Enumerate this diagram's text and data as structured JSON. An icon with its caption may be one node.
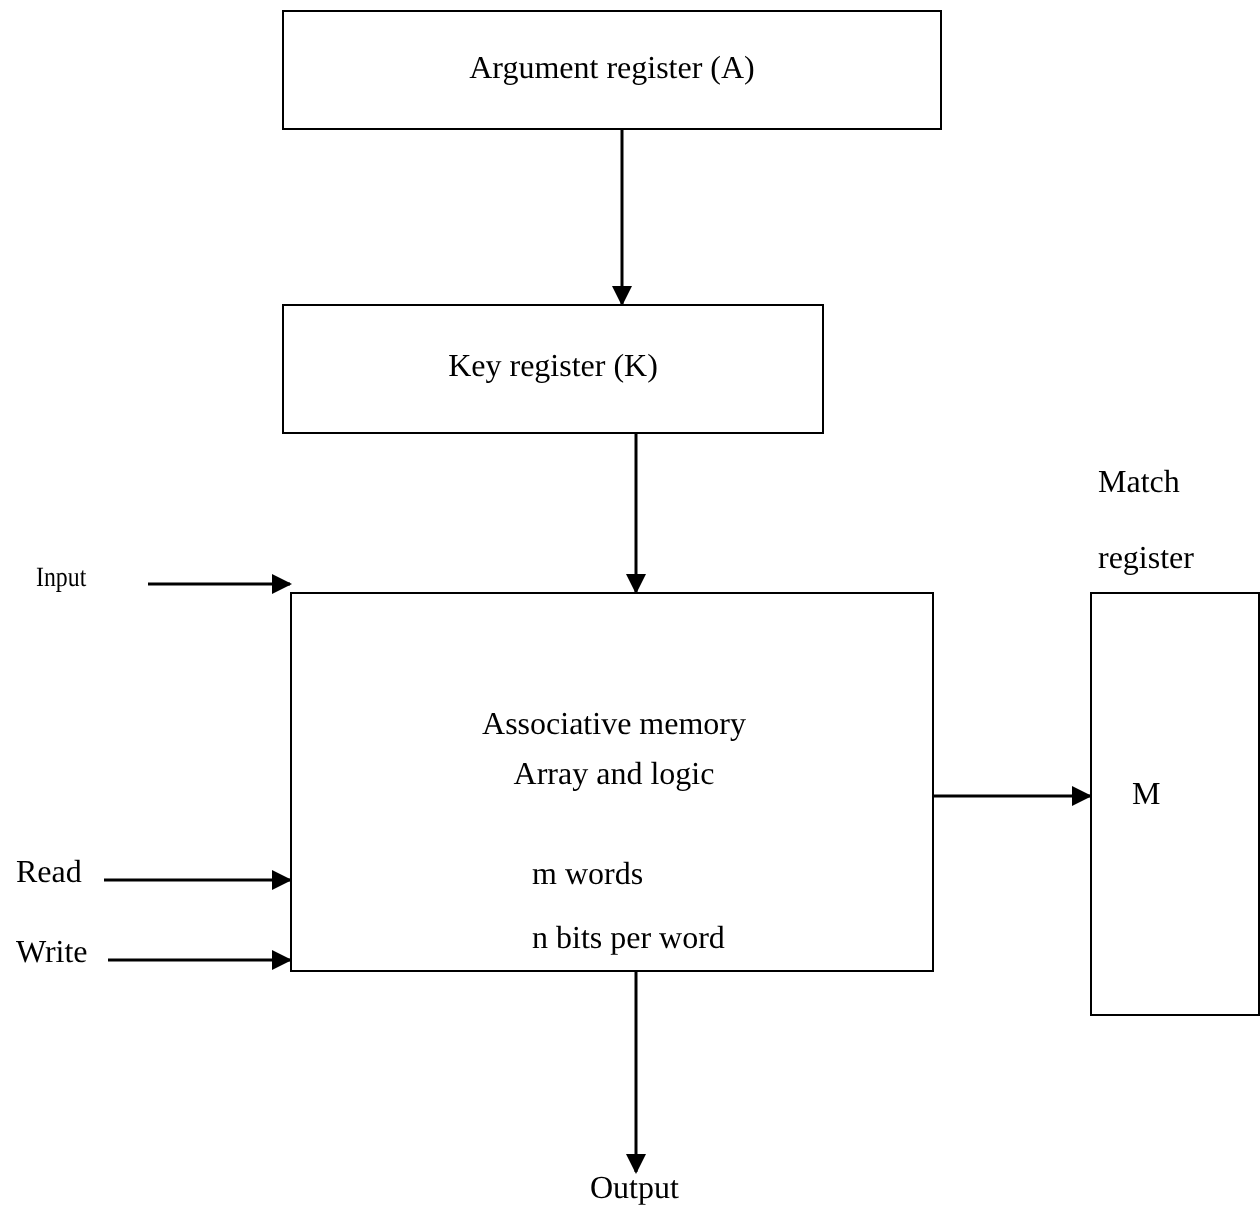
{
  "diagram": {
    "nodes": [
      {
        "text": [
          "Argument register (A)"
        ]
      },
      {
        "text": [
          "Key register (K)"
        ]
      },
      {
        "text": [
          "Associative memory Array and logic",
          "m words",
          "n bits per word"
        ]
      },
      {
        "text": [
          "M"
        ],
        "beside": [
          "Match register"
        ]
      },
      {
        "text": [
          "Input"
        ]
      },
      {
        "text": [
          "Read"
        ]
      },
      {
        "text": [
          "Write"
        ]
      },
      {
        "text": [
          "Output"
        ]
      }
    ],
    "edges": [
      {
        "from": 0,
        "to": 1,
        "arrow": "to"
      },
      {
        "from": 1,
        "to": 2,
        "arrow": "to"
      },
      {
        "from": 4,
        "to": 2,
        "arrow": "to"
      },
      {
        "from": 5,
        "to": 2,
        "arrow": "to"
      },
      {
        "from": 6,
        "to": 2,
        "arrow": "to"
      },
      {
        "from": 2,
        "to": 3,
        "arrow": "to"
      },
      {
        "from": 2,
        "to": 7,
        "arrow": "to"
      }
    ]
  }
}
